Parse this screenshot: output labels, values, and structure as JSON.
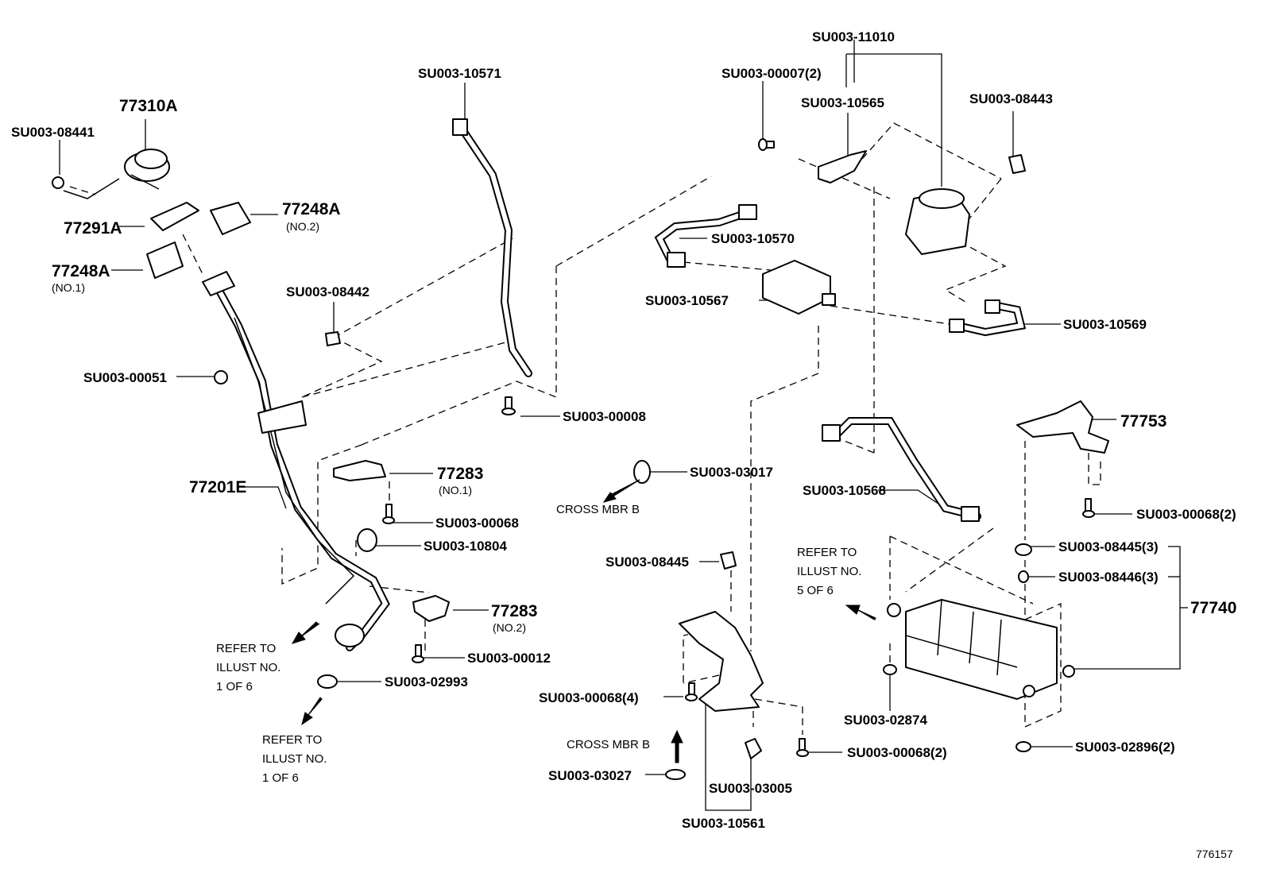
{
  "labels": {
    "l_su11010": "SU003-11010",
    "l_su00007": "SU003-00007(2)",
    "l_su10565": "SU003-10565",
    "l_su08443": "SU003-08443",
    "l_su10571": "SU003-10571",
    "l_77310a": "77310A",
    "l_su08441": "SU003-08441",
    "l_77248a_no2": "77248A",
    "l_77248a_no2_sub": "(NO.2)",
    "l_77291a": "77291A",
    "l_77248a_no1": "77248A",
    "l_77248a_no1_sub": "(NO.1)",
    "l_su10570": "SU003-10570",
    "l_su10567": "SU003-10567",
    "l_su10569": "SU003-10569",
    "l_su08442": "SU003-08442",
    "l_su00051": "SU003-00051",
    "l_su00008": "SU003-00008",
    "l_77753": "77753",
    "l_su03017": "SU003-03017",
    "l_cross_mbr_b_1": "CROSS MBR B",
    "l_77201e": "77201E",
    "l_77283_no1": "77283",
    "l_77283_no1_sub": "(NO.1)",
    "l_su10568": "SU003-10568",
    "l_su00068_2a": "SU003-00068(2)",
    "l_su00068": "SU003-00068",
    "l_su10804": "SU003-10804",
    "l_refer_5": [
      "REFER TO",
      "ILLUST NO.",
      "5 OF 6"
    ],
    "l_su08445_3": "SU003-08445(3)",
    "l_su08446_3": "SU003-08446(3)",
    "l_su08445": "SU003-08445",
    "l_77283_no2": "77283",
    "l_77283_no2_sub": "(NO.2)",
    "l_77740": "77740",
    "l_refer_1a": [
      "REFER TO",
      "ILLUST NO.",
      "1 OF 6"
    ],
    "l_su00012": "SU003-00012",
    "l_su02993": "SU003-02993",
    "l_su00068_4": "SU003-00068(4)",
    "l_su02874": "SU003-02874",
    "l_cross_mbr_b_2": "CROSS MBR B",
    "l_refer_1b": [
      "REFER TO",
      "ILLUST NO.",
      "1 OF 6"
    ],
    "l_su00068_2b": "SU003-00068(2)",
    "l_su02896": "SU003-02896(2)",
    "l_su03027": "SU003-03027",
    "l_su03005": "SU003-03005",
    "l_su10561": "SU003-10561",
    "l_ref_num": "776157"
  }
}
